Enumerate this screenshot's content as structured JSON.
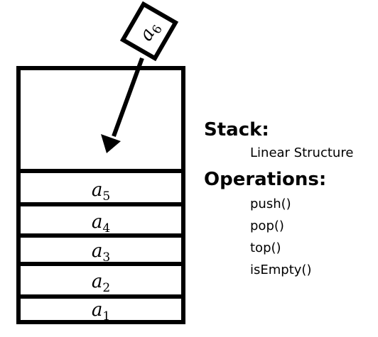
{
  "stack": {
    "incoming": {
      "base": "a",
      "sub": "6"
    },
    "elements": [
      {
        "base": "a",
        "sub": "5"
      },
      {
        "base": "a",
        "sub": "4"
      },
      {
        "base": "a",
        "sub": "3"
      },
      {
        "base": "a",
        "sub": "2"
      },
      {
        "base": "a",
        "sub": "1"
      }
    ]
  },
  "info": {
    "stack_heading": "Stack:",
    "stack_desc": "Linear Structure",
    "operations_heading": "Operations:",
    "operations": [
      "push()",
      "pop()",
      "top()",
      "isEmpty()"
    ]
  }
}
